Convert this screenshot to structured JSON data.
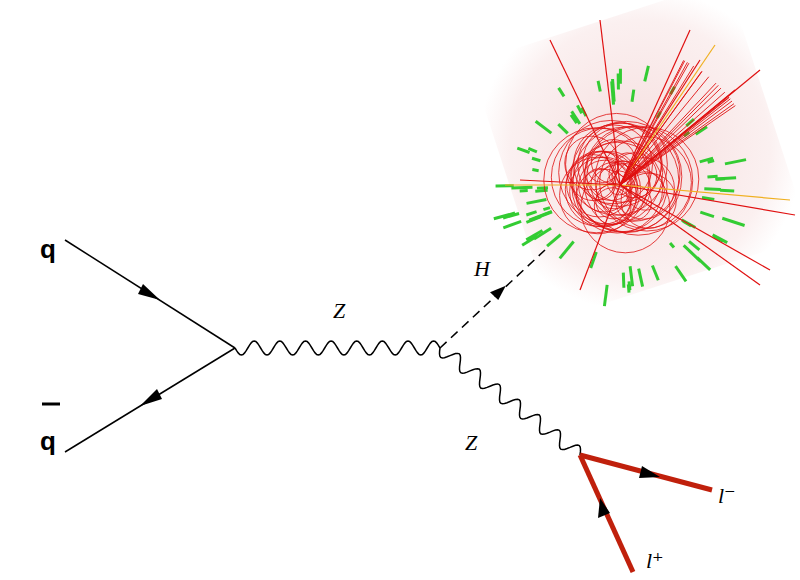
{
  "diagram": {
    "labels": [
      "q",
      "q",
      "Z",
      "H",
      "Z",
      "l⁻",
      "l⁺"
    ]
  }
}
